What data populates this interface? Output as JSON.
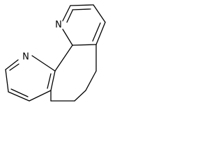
{
  "molecule": {
    "atoms": [
      {
        "id": "n1",
        "label": "N"
      },
      {
        "id": "n2",
        "label": "N"
      }
    ],
    "ring_colors": {
      "bond": "#000000",
      "background": "#ffffff"
    }
  }
}
